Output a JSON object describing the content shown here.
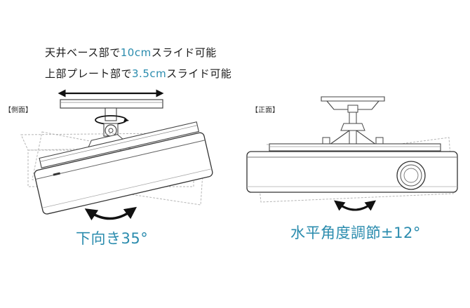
{
  "captions": {
    "line1": {
      "before": "天井ベース部で",
      "highlight": "10cm",
      "after": "スライド可能"
    },
    "line2": {
      "before": "上部プレート部で",
      "highlight": "3.5cm",
      "after": "スライド可能"
    }
  },
  "views": {
    "side": {
      "label": "【側面】",
      "angle_text": "下向き35°"
    },
    "front": {
      "label": "【正面】",
      "angle_text": "水平角度調節±12°"
    }
  },
  "colors": {
    "accent": "#2b8cae",
    "line": "#444444",
    "ghost": "#b5b5b5"
  },
  "icons": [
    "double-arrow-icon",
    "rotate-arrow-icon"
  ]
}
